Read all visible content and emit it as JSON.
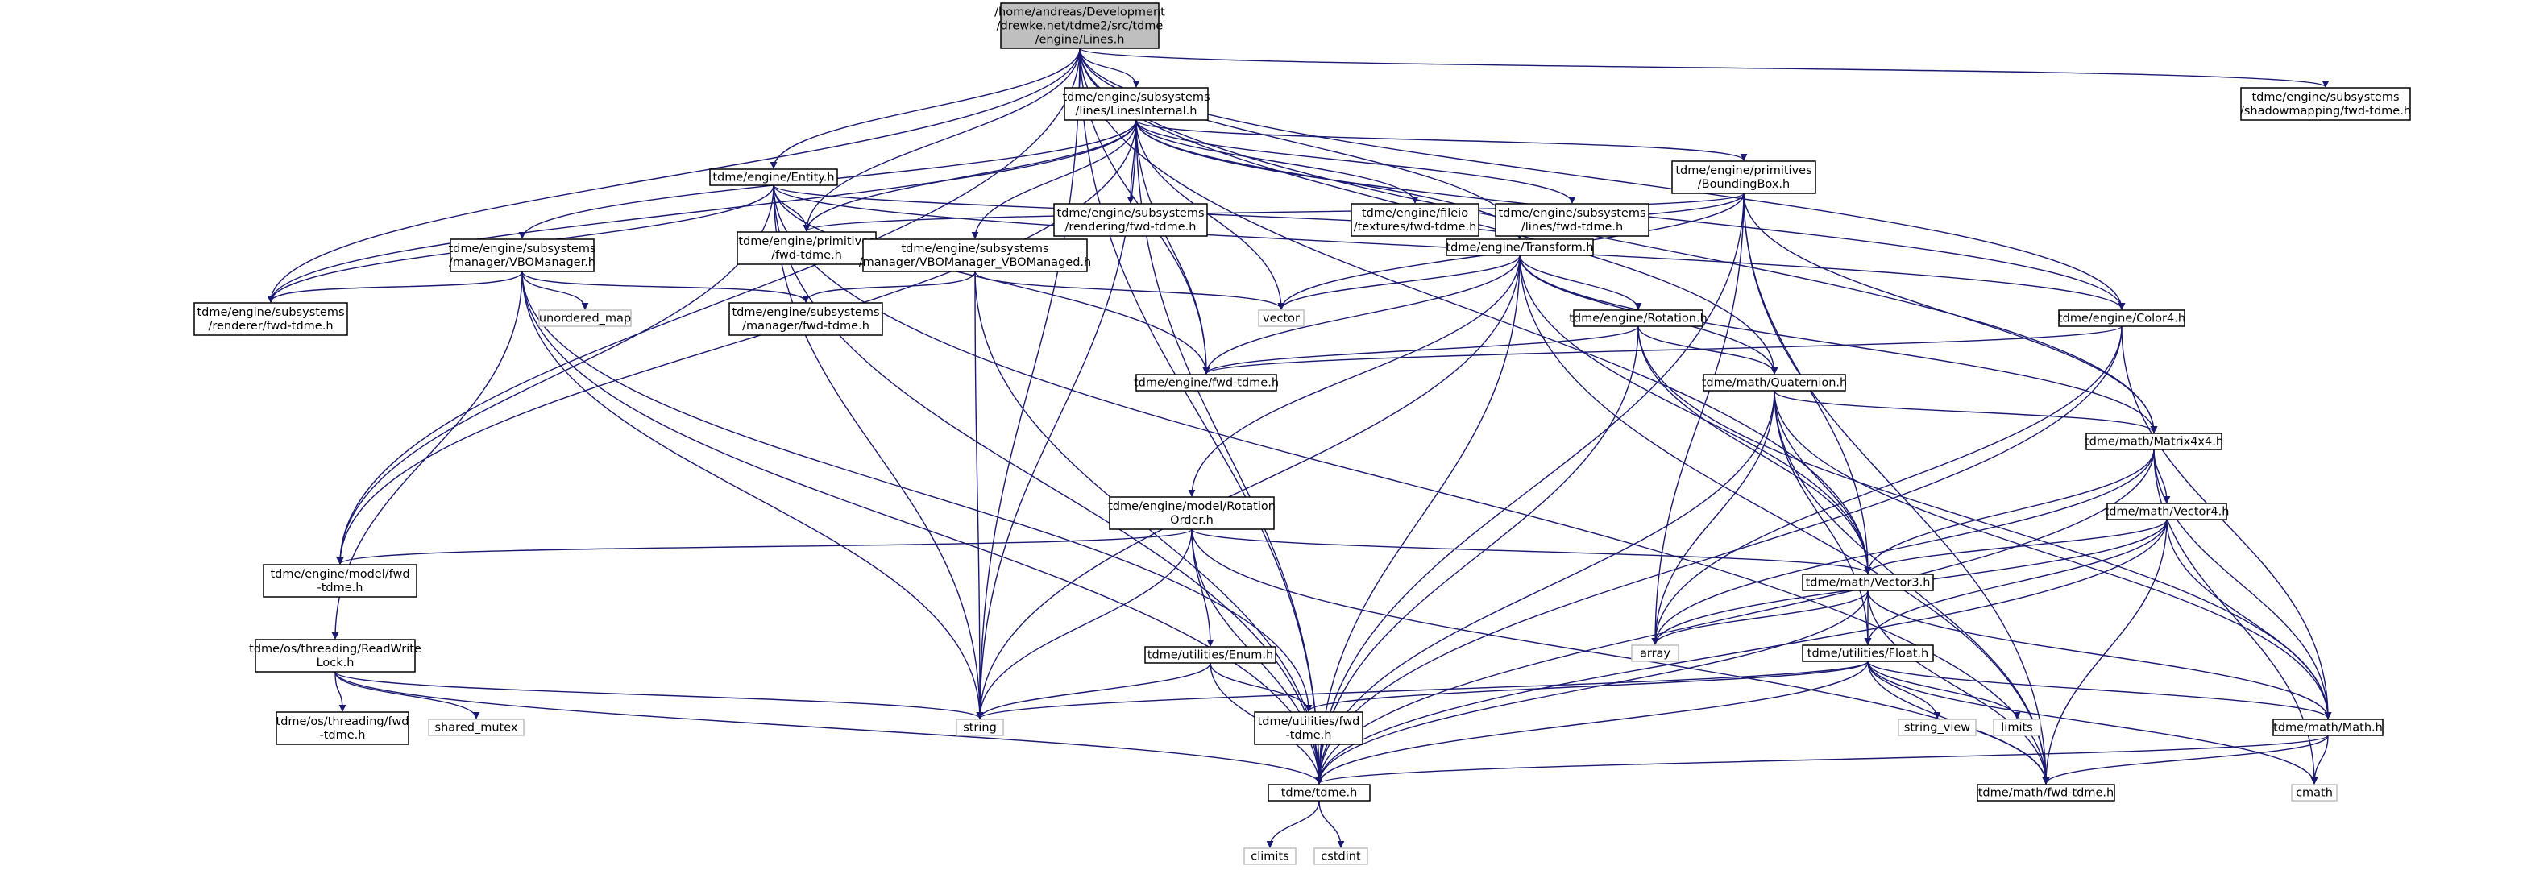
{
  "diagram": {
    "type": "include-dependency-graph",
    "colors": {
      "edge": "#191970",
      "project_border": "#000000",
      "system_border": "#bfbfbf",
      "root_fill": "#bfbfbf",
      "node_fill": "#ffffff"
    },
    "nodes": [
      {
        "id": "lines",
        "lines": [
          "/home/andreas/Development",
          "/drewke.net/tdme2/src/tdme",
          "/engine/Lines.h"
        ],
        "kind": "root"
      },
      {
        "id": "linesinternal",
        "lines": [
          "tdme/engine/subsystems",
          "/lines/LinesInternal.h"
        ],
        "kind": "project"
      },
      {
        "id": "shadowfwd",
        "lines": [
          "tdme/engine/subsystems",
          "/shadowmapping/fwd-tdme.h"
        ],
        "kind": "project"
      },
      {
        "id": "renderingfwd",
        "lines": [
          "tdme/engine/subsystems",
          "/rendering/fwd-tdme.h"
        ],
        "kind": "project"
      },
      {
        "id": "fileiofwd",
        "lines": [
          "tdme/engine/fileio",
          "/textures/fwd-tdme.h"
        ],
        "kind": "project"
      },
      {
        "id": "linesfwd",
        "lines": [
          "tdme/engine/subsystems",
          "/lines/fwd-tdme.h"
        ],
        "kind": "project"
      },
      {
        "id": "bbox",
        "lines": [
          "tdme/engine/primitives",
          "/BoundingBox.h"
        ],
        "kind": "project"
      },
      {
        "id": "entity",
        "lines": [
          "tdme/engine/Entity.h"
        ],
        "kind": "project"
      },
      {
        "id": "primfwd",
        "lines": [
          "tdme/engine/primitives",
          "/fwd-tdme.h"
        ],
        "kind": "project"
      },
      {
        "id": "vbomgr",
        "lines": [
          "tdme/engine/subsystems",
          "/manager/VBOManager.h"
        ],
        "kind": "project"
      },
      {
        "id": "vbomanaged",
        "lines": [
          "tdme/engine/subsystems",
          "/manager/VBOManager_VBOManaged.h"
        ],
        "kind": "project"
      },
      {
        "id": "transform",
        "lines": [
          "tdme/engine/Transform.h"
        ],
        "kind": "project"
      },
      {
        "id": "rendererfwd",
        "lines": [
          "tdme/engine/subsystems",
          "/renderer/fwd-tdme.h"
        ],
        "kind": "project"
      },
      {
        "id": "unorderedmap",
        "lines": [
          "unordered_map"
        ],
        "kind": "system"
      },
      {
        "id": "managerfwd",
        "lines": [
          "tdme/engine/subsystems",
          "/manager/fwd-tdme.h"
        ],
        "kind": "project"
      },
      {
        "id": "vector",
        "lines": [
          "vector"
        ],
        "kind": "system"
      },
      {
        "id": "rotation",
        "lines": [
          "tdme/engine/Rotation.h"
        ],
        "kind": "project"
      },
      {
        "id": "color4",
        "lines": [
          "tdme/engine/Color4.h"
        ],
        "kind": "project"
      },
      {
        "id": "enginefwd",
        "lines": [
          "tdme/engine/fwd-tdme.h"
        ],
        "kind": "project"
      },
      {
        "id": "quaternion",
        "lines": [
          "tdme/math/Quaternion.h"
        ],
        "kind": "project"
      },
      {
        "id": "matrix4x4",
        "lines": [
          "tdme/math/Matrix4x4.h"
        ],
        "kind": "project"
      },
      {
        "id": "rotorder",
        "lines": [
          "tdme/engine/model/Rotation",
          "Order.h"
        ],
        "kind": "project"
      },
      {
        "id": "vector4",
        "lines": [
          "tdme/math/Vector4.h"
        ],
        "kind": "project"
      },
      {
        "id": "modelfwd",
        "lines": [
          "tdme/engine/model/fwd",
          "-tdme.h"
        ],
        "kind": "project"
      },
      {
        "id": "vector3",
        "lines": [
          "tdme/math/Vector3.h"
        ],
        "kind": "project"
      },
      {
        "id": "readwrite",
        "lines": [
          "tdme/os/threading/ReadWrite",
          "Lock.h"
        ],
        "kind": "project"
      },
      {
        "id": "array",
        "lines": [
          "array"
        ],
        "kind": "system"
      },
      {
        "id": "enum",
        "lines": [
          "tdme/utilities/Enum.h"
        ],
        "kind": "project"
      },
      {
        "id": "float",
        "lines": [
          "tdme/utilities/Float.h"
        ],
        "kind": "project"
      },
      {
        "id": "threadfwd",
        "lines": [
          "tdme/os/threading/fwd",
          "-tdme.h"
        ],
        "kind": "project"
      },
      {
        "id": "sharedmutex",
        "lines": [
          "shared_mutex"
        ],
        "kind": "system"
      },
      {
        "id": "string",
        "lines": [
          "string"
        ],
        "kind": "system"
      },
      {
        "id": "utilfwd",
        "lines": [
          "tdme/utilities/fwd",
          "-tdme.h"
        ],
        "kind": "project"
      },
      {
        "id": "stringview",
        "lines": [
          "string_view"
        ],
        "kind": "system"
      },
      {
        "id": "limits",
        "lines": [
          "limits"
        ],
        "kind": "system"
      },
      {
        "id": "math",
        "lines": [
          "tdme/math/Math.h"
        ],
        "kind": "project"
      },
      {
        "id": "tdme",
        "lines": [
          "tdme/tdme.h"
        ],
        "kind": "project"
      },
      {
        "id": "mathfwd",
        "lines": [
          "tdme/math/fwd-tdme.h"
        ],
        "kind": "project"
      },
      {
        "id": "cmath",
        "lines": [
          "cmath"
        ],
        "kind": "system"
      },
      {
        "id": "climits",
        "lines": [
          "climits"
        ],
        "kind": "system"
      },
      {
        "id": "cstdint",
        "lines": [
          "cstdint"
        ],
        "kind": "system"
      }
    ],
    "edges": [
      [
        "lines",
        "linesinternal"
      ],
      [
        "lines",
        "shadowfwd"
      ],
      [
        "lines",
        "entity"
      ],
      [
        "lines",
        "transform"
      ],
      [
        "lines",
        "color4"
      ],
      [
        "lines",
        "quaternion"
      ],
      [
        "lines",
        "matrix4x4"
      ],
      [
        "lines",
        "vector3"
      ],
      [
        "lines",
        "primfwd"
      ],
      [
        "lines",
        "enginefwd"
      ],
      [
        "lines",
        "rendererfwd"
      ],
      [
        "lines",
        "modelfwd"
      ],
      [
        "lines",
        "string"
      ],
      [
        "lines",
        "tdme"
      ],
      [
        "linesinternal",
        "renderingfwd"
      ],
      [
        "linesinternal",
        "fileiofwd"
      ],
      [
        "linesinternal",
        "linesfwd"
      ],
      [
        "linesinternal",
        "bbox"
      ],
      [
        "linesinternal",
        "primfwd"
      ],
      [
        "linesinternal",
        "vbomgr"
      ],
      [
        "linesinternal",
        "vbomanaged"
      ],
      [
        "linesinternal",
        "transform"
      ],
      [
        "linesinternal",
        "rendererfwd"
      ],
      [
        "linesinternal",
        "vector"
      ],
      [
        "linesinternal",
        "color4"
      ],
      [
        "linesinternal",
        "enginefwd"
      ],
      [
        "linesinternal",
        "modelfwd"
      ],
      [
        "linesinternal",
        "string"
      ],
      [
        "linesinternal",
        "tdme"
      ],
      [
        "bbox",
        "primfwd"
      ],
      [
        "bbox",
        "transform"
      ],
      [
        "bbox",
        "vector3"
      ],
      [
        "bbox",
        "matrix4x4"
      ],
      [
        "bbox",
        "array"
      ],
      [
        "bbox",
        "vector"
      ],
      [
        "bbox",
        "tdme"
      ],
      [
        "bbox",
        "mathfwd"
      ],
      [
        "entity",
        "primfwd"
      ],
      [
        "entity",
        "transform"
      ],
      [
        "entity",
        "color4"
      ],
      [
        "entity",
        "enginefwd"
      ],
      [
        "entity",
        "rendererfwd"
      ],
      [
        "entity",
        "modelfwd"
      ],
      [
        "entity",
        "string"
      ],
      [
        "entity",
        "tdme"
      ],
      [
        "entity",
        "mathfwd"
      ],
      [
        "vbomgr",
        "rendererfwd"
      ],
      [
        "vbomgr",
        "unorderedmap"
      ],
      [
        "vbomgr",
        "managerfwd"
      ],
      [
        "vbomgr",
        "readwrite"
      ],
      [
        "vbomgr",
        "utilfwd"
      ],
      [
        "vbomgr",
        "string"
      ],
      [
        "vbomgr",
        "tdme"
      ],
      [
        "vbomanaged",
        "managerfwd"
      ],
      [
        "vbomanaged",
        "vector"
      ],
      [
        "vbomanaged",
        "string"
      ],
      [
        "vbomanaged",
        "tdme"
      ],
      [
        "transform",
        "rotation"
      ],
      [
        "transform",
        "enginefwd"
      ],
      [
        "transform",
        "quaternion"
      ],
      [
        "transform",
        "matrix4x4"
      ],
      [
        "transform",
        "vector3"
      ],
      [
        "transform",
        "rotorder"
      ],
      [
        "transform",
        "vector"
      ],
      [
        "transform",
        "string"
      ],
      [
        "transform",
        "tdme"
      ],
      [
        "transform",
        "mathfwd"
      ],
      [
        "rotation",
        "enginefwd"
      ],
      [
        "rotation",
        "quaternion"
      ],
      [
        "rotation",
        "vector3"
      ],
      [
        "rotation",
        "math"
      ],
      [
        "rotation",
        "tdme"
      ],
      [
        "color4",
        "enginefwd"
      ],
      [
        "color4",
        "array"
      ],
      [
        "color4",
        "math"
      ],
      [
        "color4",
        "tdme"
      ],
      [
        "quaternion",
        "matrix4x4"
      ],
      [
        "quaternion",
        "vector3"
      ],
      [
        "quaternion",
        "math"
      ],
      [
        "quaternion",
        "float"
      ],
      [
        "quaternion",
        "array"
      ],
      [
        "quaternion",
        "tdme"
      ],
      [
        "quaternion",
        "mathfwd"
      ],
      [
        "matrix4x4",
        "vector4"
      ],
      [
        "matrix4x4",
        "vector3"
      ],
      [
        "matrix4x4",
        "math"
      ],
      [
        "matrix4x4",
        "array"
      ],
      [
        "matrix4x4",
        "cmath"
      ],
      [
        "matrix4x4",
        "tdme"
      ],
      [
        "vector4",
        "vector3"
      ],
      [
        "vector4",
        "math"
      ],
      [
        "vector4",
        "float"
      ],
      [
        "vector4",
        "array"
      ],
      [
        "vector4",
        "tdme"
      ],
      [
        "vector4",
        "mathfwd"
      ],
      [
        "vector3",
        "math"
      ],
      [
        "vector3",
        "float"
      ],
      [
        "vector3",
        "array"
      ],
      [
        "vector3",
        "tdme"
      ],
      [
        "vector3",
        "mathfwd"
      ],
      [
        "rotorder",
        "modelfwd"
      ],
      [
        "rotorder",
        "vector3"
      ],
      [
        "rotorder",
        "enum"
      ],
      [
        "rotorder",
        "string"
      ],
      [
        "rotorder",
        "tdme"
      ],
      [
        "rotorder",
        "mathfwd"
      ],
      [
        "readwrite",
        "threadfwd"
      ],
      [
        "readwrite",
        "sharedmutex"
      ],
      [
        "readwrite",
        "string"
      ],
      [
        "readwrite",
        "tdme"
      ],
      [
        "enum",
        "utilfwd"
      ],
      [
        "enum",
        "string"
      ],
      [
        "enum",
        "tdme"
      ],
      [
        "float",
        "utilfwd"
      ],
      [
        "float",
        "math"
      ],
      [
        "float",
        "stringview"
      ],
      [
        "float",
        "limits"
      ],
      [
        "float",
        "cmath"
      ],
      [
        "float",
        "string"
      ],
      [
        "float",
        "tdme"
      ],
      [
        "float",
        "mathfwd"
      ],
      [
        "math",
        "cmath"
      ],
      [
        "math",
        "tdme"
      ],
      [
        "math",
        "mathfwd"
      ],
      [
        "tdme",
        "climits"
      ],
      [
        "tdme",
        "cstdint"
      ]
    ]
  }
}
